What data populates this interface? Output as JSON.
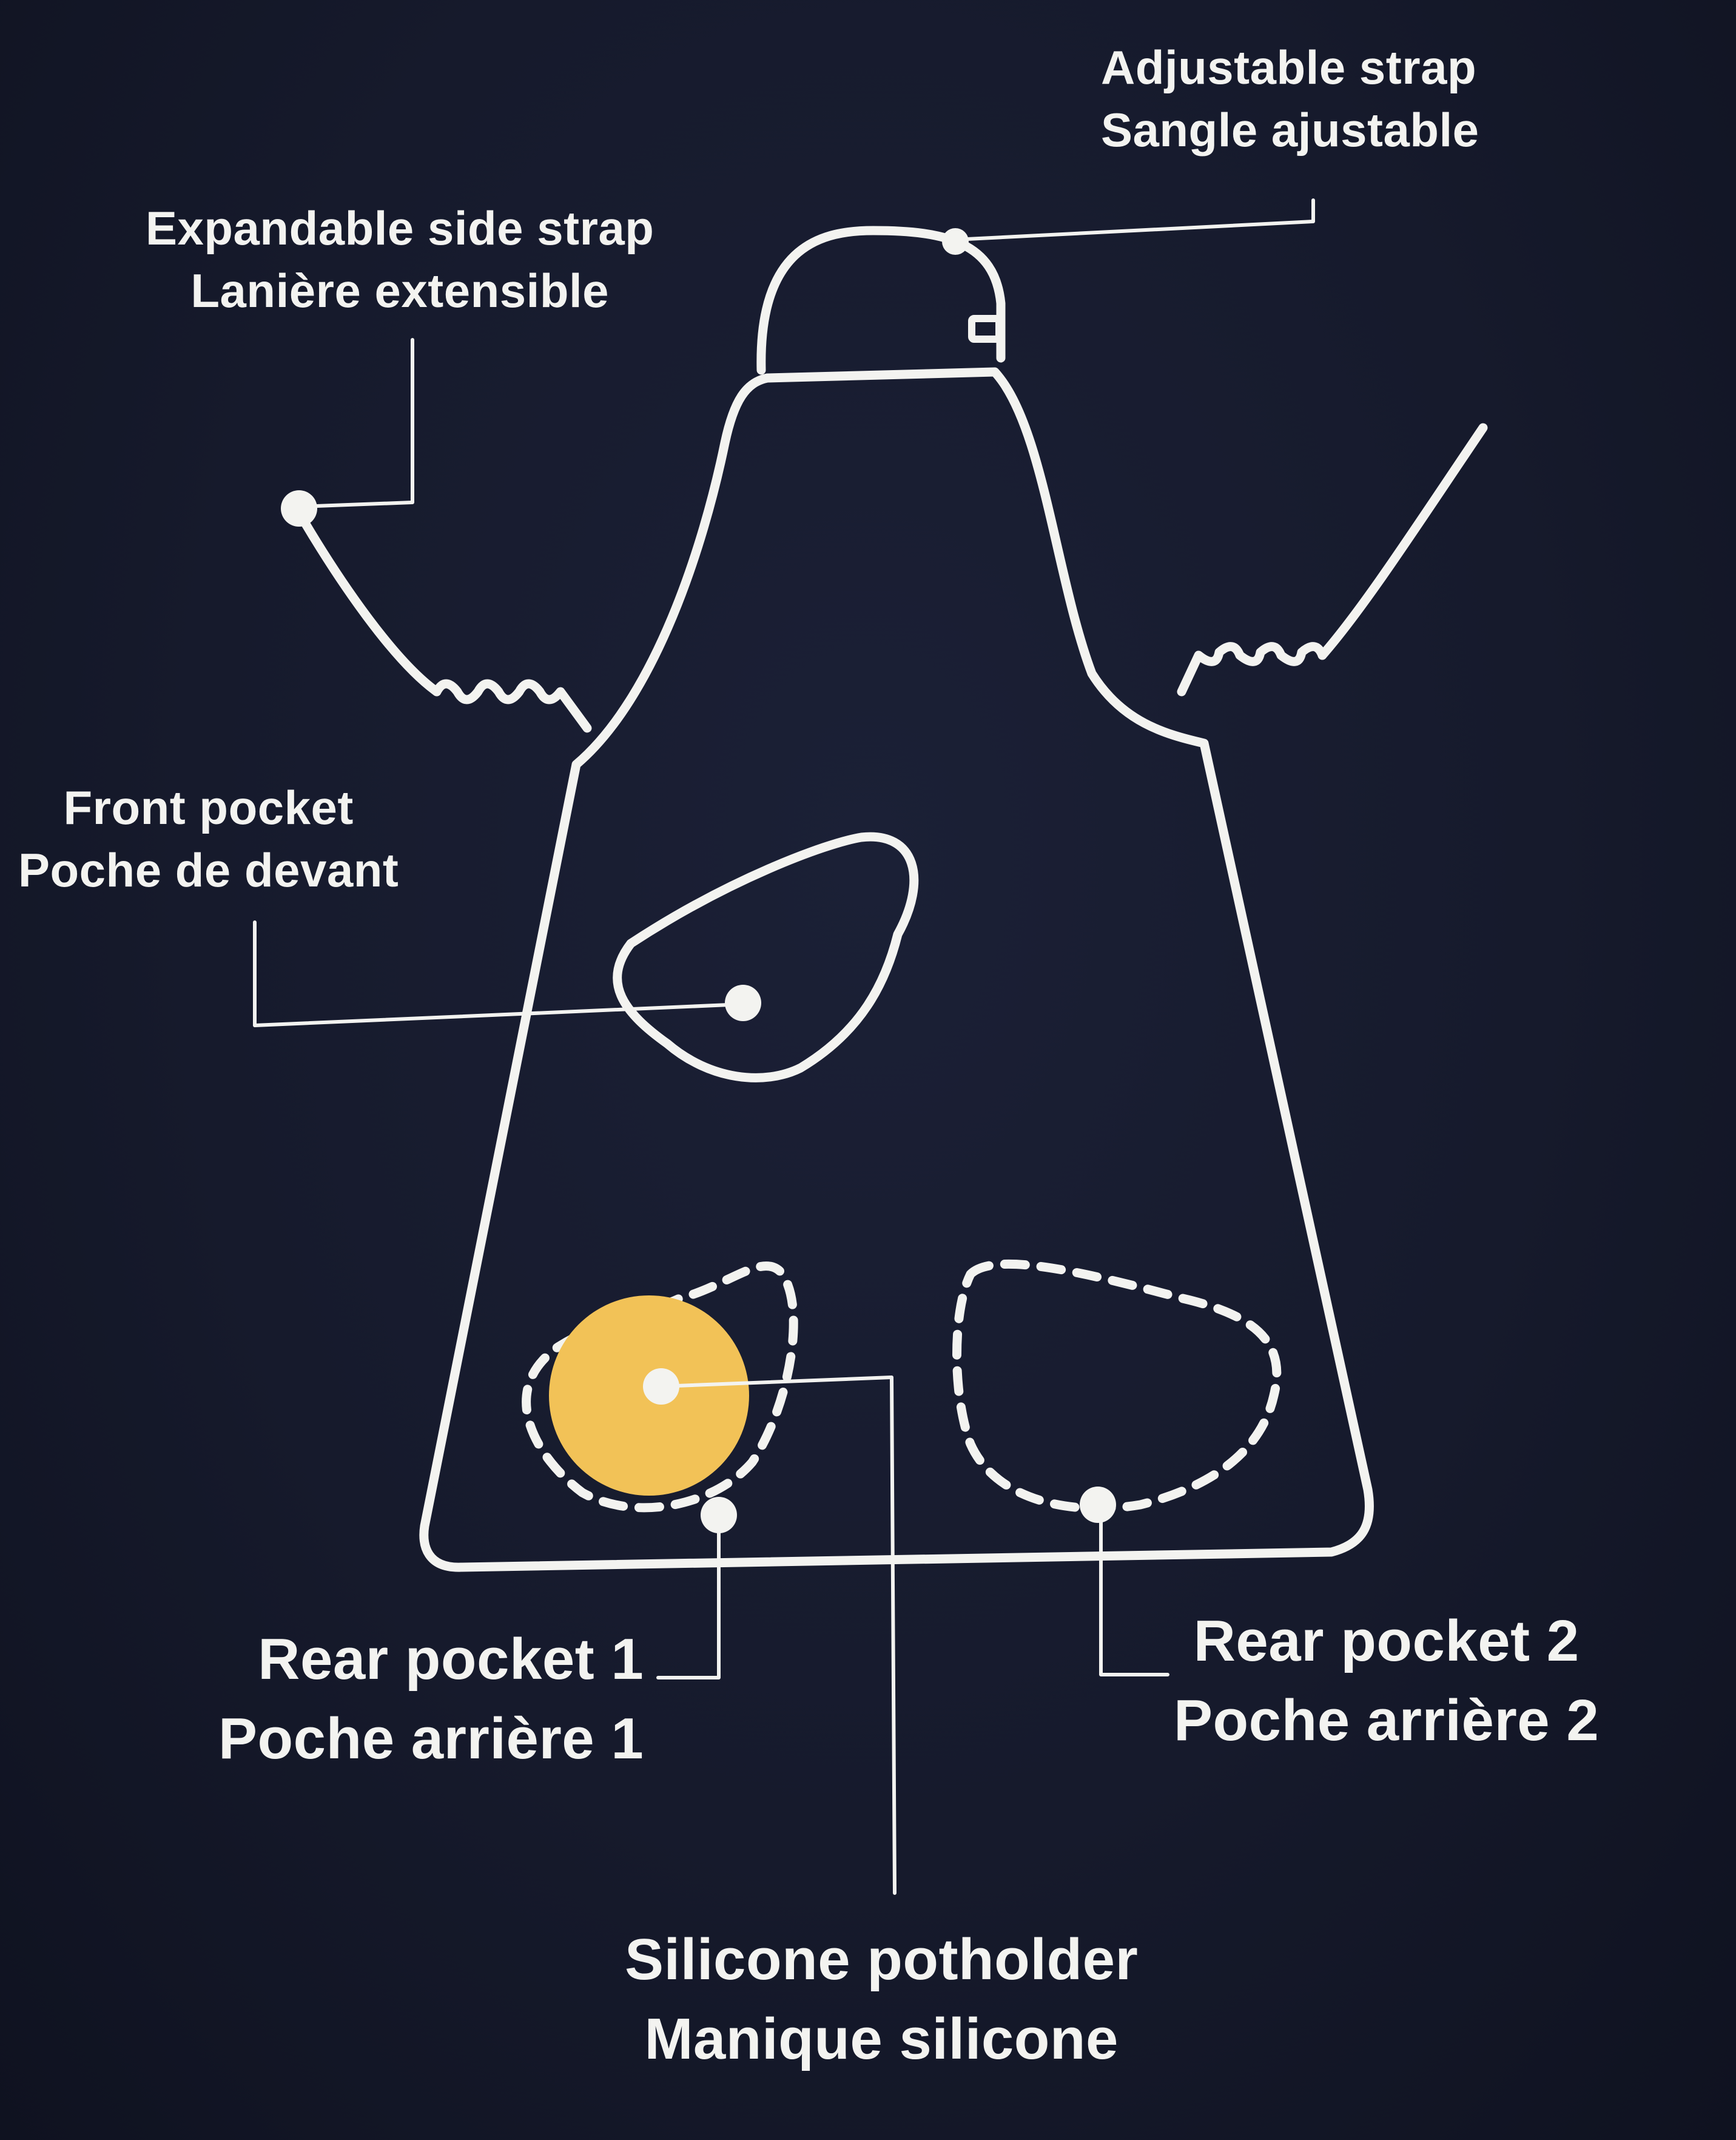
{
  "labels": {
    "adjustable_strap": {
      "en": "Adjustable strap",
      "fr": "Sangle ajustable"
    },
    "expandable_side_strap": {
      "en": "Expandable side strap",
      "fr": "Lanière extensible"
    },
    "front_pocket": {
      "en": "Front pocket",
      "fr": "Poche de devant"
    },
    "rear_pocket_1": {
      "en": "Rear pocket 1",
      "fr": "Poche arrière 1"
    },
    "rear_pocket_2": {
      "en": "Rear pocket 2",
      "fr": "Poche arrière 2"
    },
    "silicone_potholder": {
      "en": "Silicone potholder",
      "fr": "Manique silicone"
    }
  },
  "colors": {
    "background": "#15192a",
    "line": "#f3f3f0",
    "potholder": "#f2c257"
  }
}
